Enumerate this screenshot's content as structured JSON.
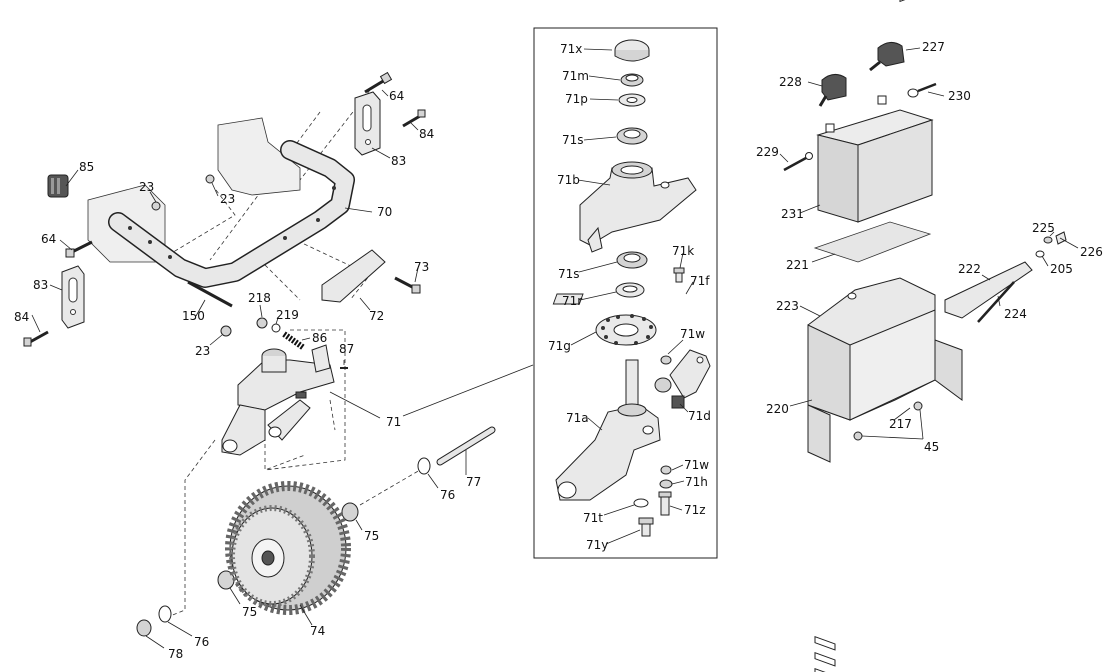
{
  "diagram": {
    "callouts": {
      "c64a": "64",
      "c84a": "84",
      "c83a": "83",
      "c85": "85",
      "c23a": "23",
      "c23b": "23",
      "c70": "70",
      "c64b": "64",
      "c83b": "83",
      "c84b": "84",
      "c150": "150",
      "c218": "218",
      "c219": "219",
      "c23c": "23",
      "c86": "86",
      "c87": "87",
      "c71": "71",
      "c73": "73",
      "c72": "72",
      "c77": "77",
      "c76a": "76",
      "c75a": "75",
      "c75b": "75",
      "c74": "74",
      "c76b": "76",
      "c78": "78",
      "c71x": "71x",
      "c71m": "71m",
      "c71p": "71p",
      "c71s_a": "71s",
      "c71b": "71b",
      "c71k": "71k",
      "c71s_b": "71s",
      "c71f": "71f",
      "c71r": "71r",
      "c71w_a": "71w",
      "c71g": "71g",
      "c71a": "71a",
      "c71d": "71d",
      "c71w_b": "71w",
      "c71h": "71h",
      "c71t": "71t",
      "c71z": "71z",
      "c71y": "71y",
      "c227": "227",
      "c228": "228",
      "c230": "230",
      "c229": "229",
      "c231": "231",
      "c221": "221",
      "c225": "225",
      "c226": "226",
      "c205": "205",
      "c222": "222",
      "c223": "223",
      "c224": "224",
      "c220": "220",
      "c217": "217",
      "c45": "45"
    }
  }
}
